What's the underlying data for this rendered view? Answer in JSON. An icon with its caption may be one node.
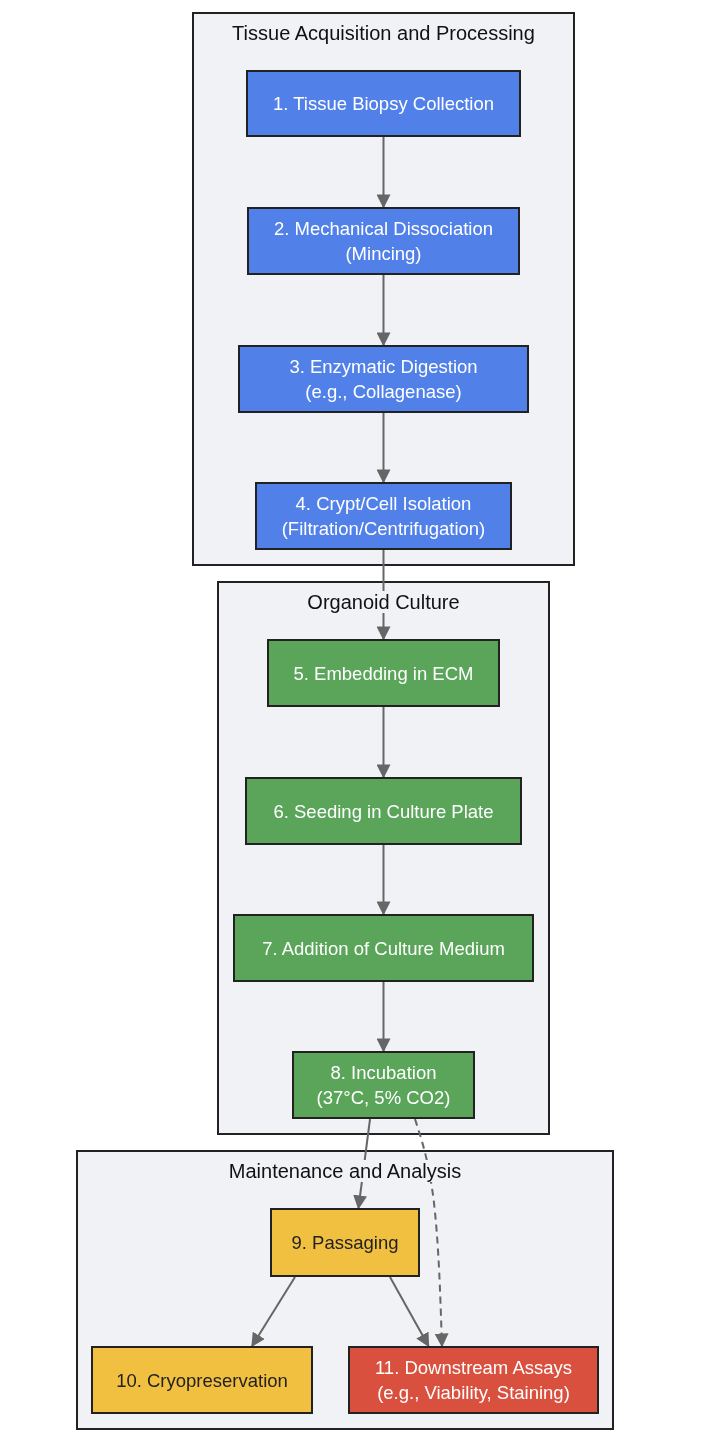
{
  "diagram": {
    "nodes": [
      {
        "text": [
          "Tissue Acquisition and Processing"
        ]
      },
      {
        "text": [
          "1. Tissue Biopsy Collection"
        ],
        "in": 0
      },
      {
        "text": [
          "2. Mechanical Dissociation (Mincing)"
        ],
        "in": 0
      },
      {
        "text": [
          "3. Enzymatic Digestion (e.g., Collagenase)"
        ],
        "in": 0
      },
      {
        "text": [
          "4. Crypt/Cell Isolation (Filtration/Centrifugation)"
        ],
        "in": 0
      },
      {
        "text": [
          "Organoid Culture"
        ]
      },
      {
        "text": [
          "5. Embedding in ECM"
        ],
        "in": 5
      },
      {
        "text": [
          "6. Seeding in Culture Plate"
        ],
        "in": 5
      },
      {
        "text": [
          "7. Addition of Culture Medium"
        ],
        "in": 5
      },
      {
        "text": [
          "8. Incubation (37°C, 5% CO2)"
        ],
        "in": 5
      },
      {
        "text": [
          "Maintenance and Analysis"
        ]
      },
      {
        "text": [
          "9. Passaging"
        ],
        "in": 10
      },
      {
        "text": [
          "10. Cryopreservation"
        ],
        "in": 10
      },
      {
        "text": [
          "11. Downstream Assays (e.g., Viability, Staining)"
        ],
        "in": 10
      }
    ],
    "edges": [
      {
        "from": 1,
        "to": 2,
        "arrow": "to"
      },
      {
        "from": 2,
        "to": 3,
        "arrow": "to"
      },
      {
        "from": 3,
        "to": 4,
        "arrow": "to"
      },
      {
        "from": 4,
        "to": 6,
        "arrow": "to"
      },
      {
        "from": 6,
        "to": 7,
        "arrow": "to"
      },
      {
        "from": 7,
        "to": 8,
        "arrow": "to"
      },
      {
        "from": 8,
        "to": 9,
        "arrow": "to"
      },
      {
        "from": 9,
        "to": 11,
        "arrow": "to"
      },
      {
        "from": 9,
        "to": 13,
        "arrow": "to",
        "style": "dashed"
      },
      {
        "from": 11,
        "to": 12,
        "arrow": "to"
      },
      {
        "from": 11,
        "to": 13,
        "arrow": "to"
      }
    ]
  }
}
